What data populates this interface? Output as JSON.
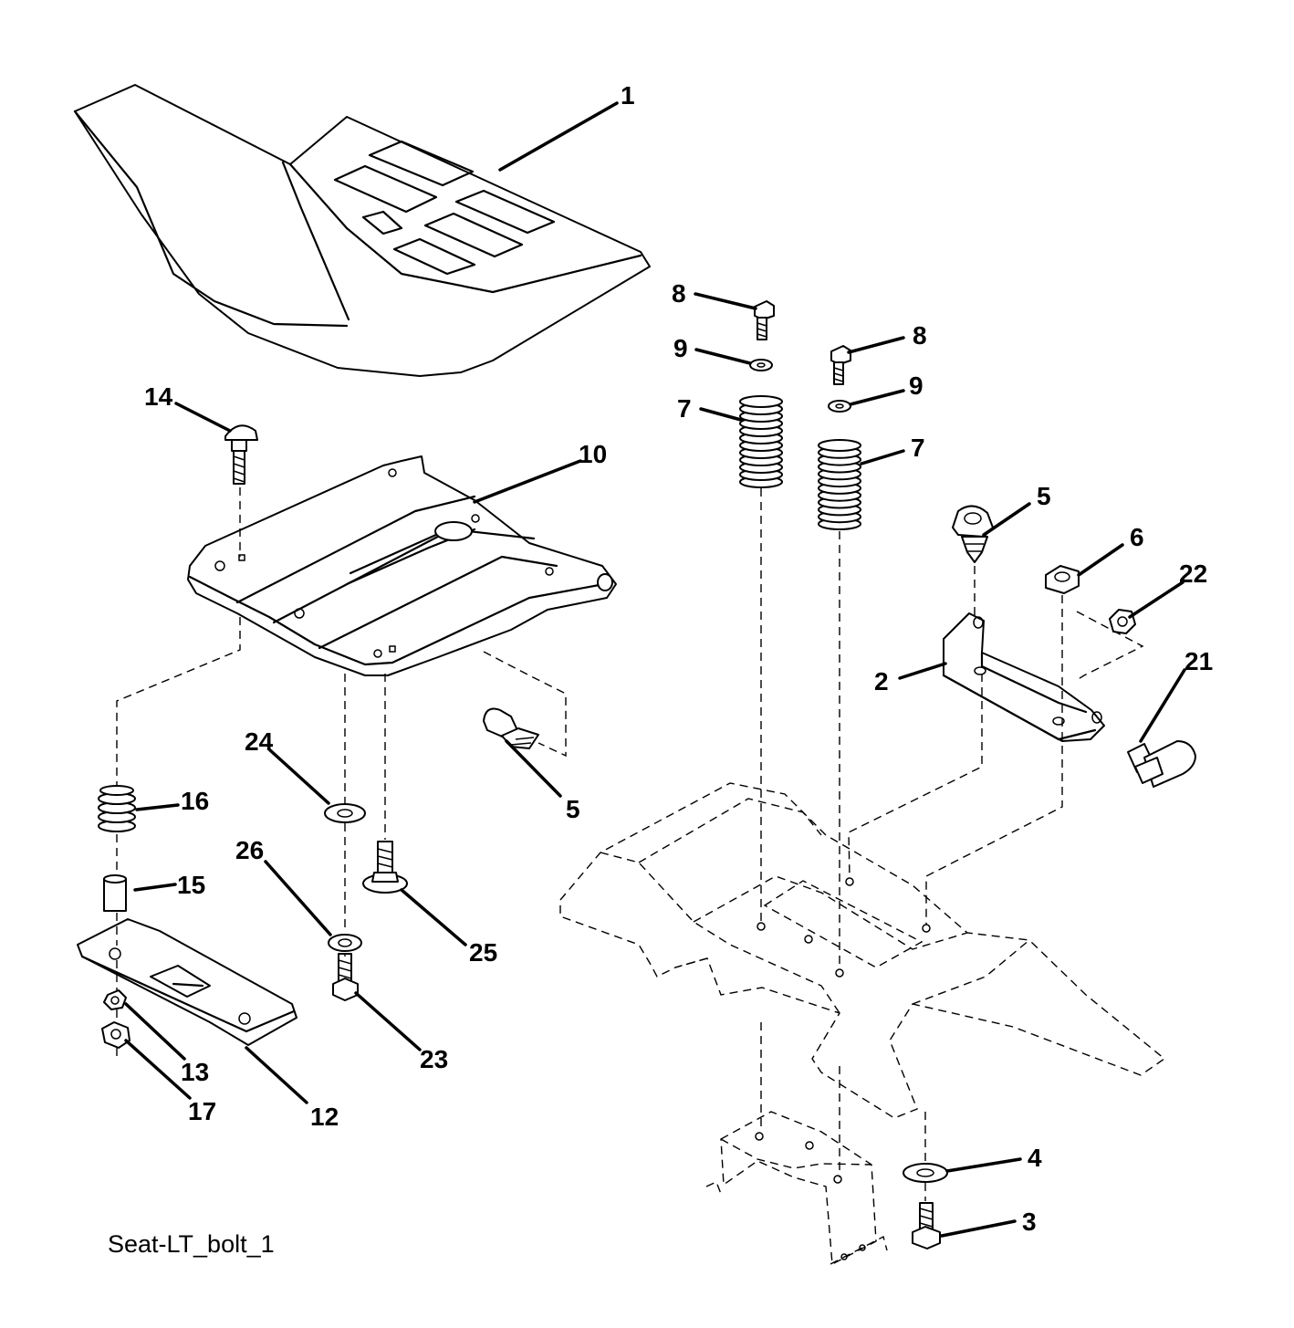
{
  "diagram": {
    "caption": "Seat-LT_bolt_1",
    "callouts": {
      "c1": "1",
      "c2": "2",
      "c3": "3",
      "c4": "4",
      "c5a": "5",
      "c5b": "5",
      "c6": "6",
      "c7a": "7",
      "c7b": "7",
      "c8a": "8",
      "c8b": "8",
      "c9a": "9",
      "c9b": "9",
      "c10": "10",
      "c12": "12",
      "c13": "13",
      "c14": "14",
      "c15": "15",
      "c16": "16",
      "c17": "17",
      "c21": "21",
      "c22": "22",
      "c23": "23",
      "c24": "24",
      "c25": "25",
      "c26": "26"
    }
  }
}
